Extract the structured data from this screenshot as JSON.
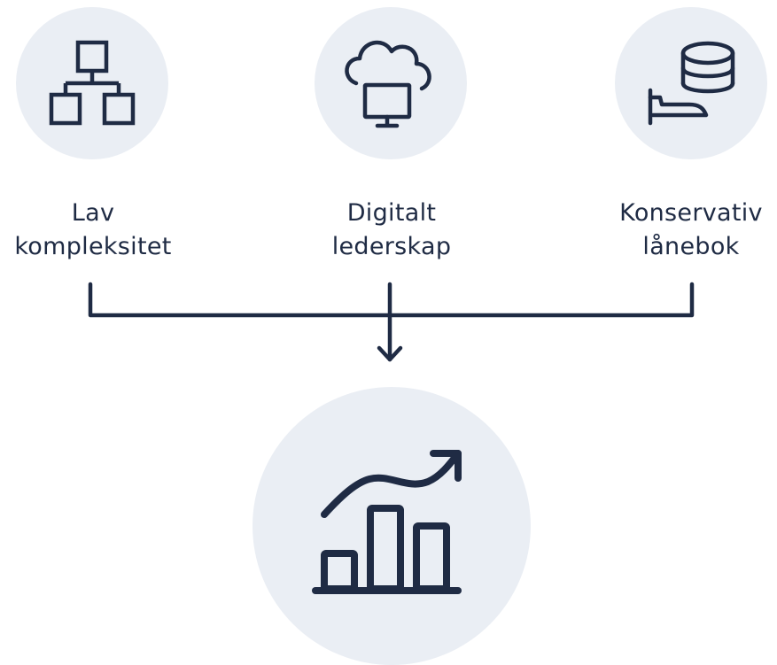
{
  "inputs": [
    {
      "line1": "Lav",
      "line2": "kompleksitet",
      "icon": "network-hierarchy-icon"
    },
    {
      "line1": "Digitalt",
      "line2": "lederskap",
      "icon": "cloud-monitor-icon"
    },
    {
      "line1": "Konservativ",
      "line2": "lånebok",
      "icon": "coins-hand-icon"
    }
  ],
  "result": {
    "icon": "growth-chart-icon"
  },
  "colors": {
    "stroke": "#1f2b44",
    "circle": "#eaeef4"
  }
}
